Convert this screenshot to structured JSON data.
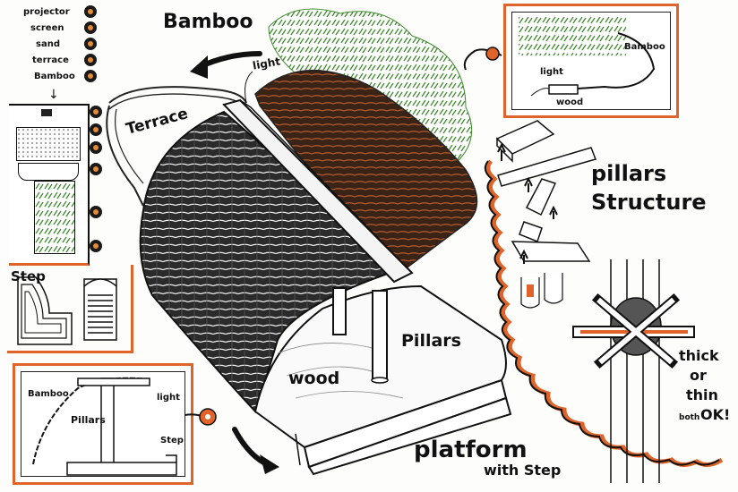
{
  "legend": {
    "items": [
      "projector",
      "screen",
      "sand",
      "terrace",
      "Bamboo"
    ]
  },
  "labels": {
    "bamboo_top": "Bamboo",
    "light_main": "light",
    "terrace": "Terrace",
    "wood": "wood",
    "pillars": "Pillars",
    "platform": "platform",
    "with_step": "with Step",
    "step": "Step",
    "pillars_structure_1": "pillars",
    "pillars_structure_2": "Structure",
    "thick": "thick",
    "or": "or",
    "thin": "thin",
    "both": "both",
    "ok": "OK!"
  },
  "inset_top_right": {
    "bamboo": "Bamboo",
    "light": "light",
    "wood": "wood"
  },
  "inset_bottom_left": {
    "bamboo": "Bamboo",
    "light": "light",
    "pillars": "Pillars",
    "step": "Step"
  },
  "colors": {
    "accent": "#e0632a",
    "ink": "#111111",
    "foliage": "#3f8a2e"
  }
}
